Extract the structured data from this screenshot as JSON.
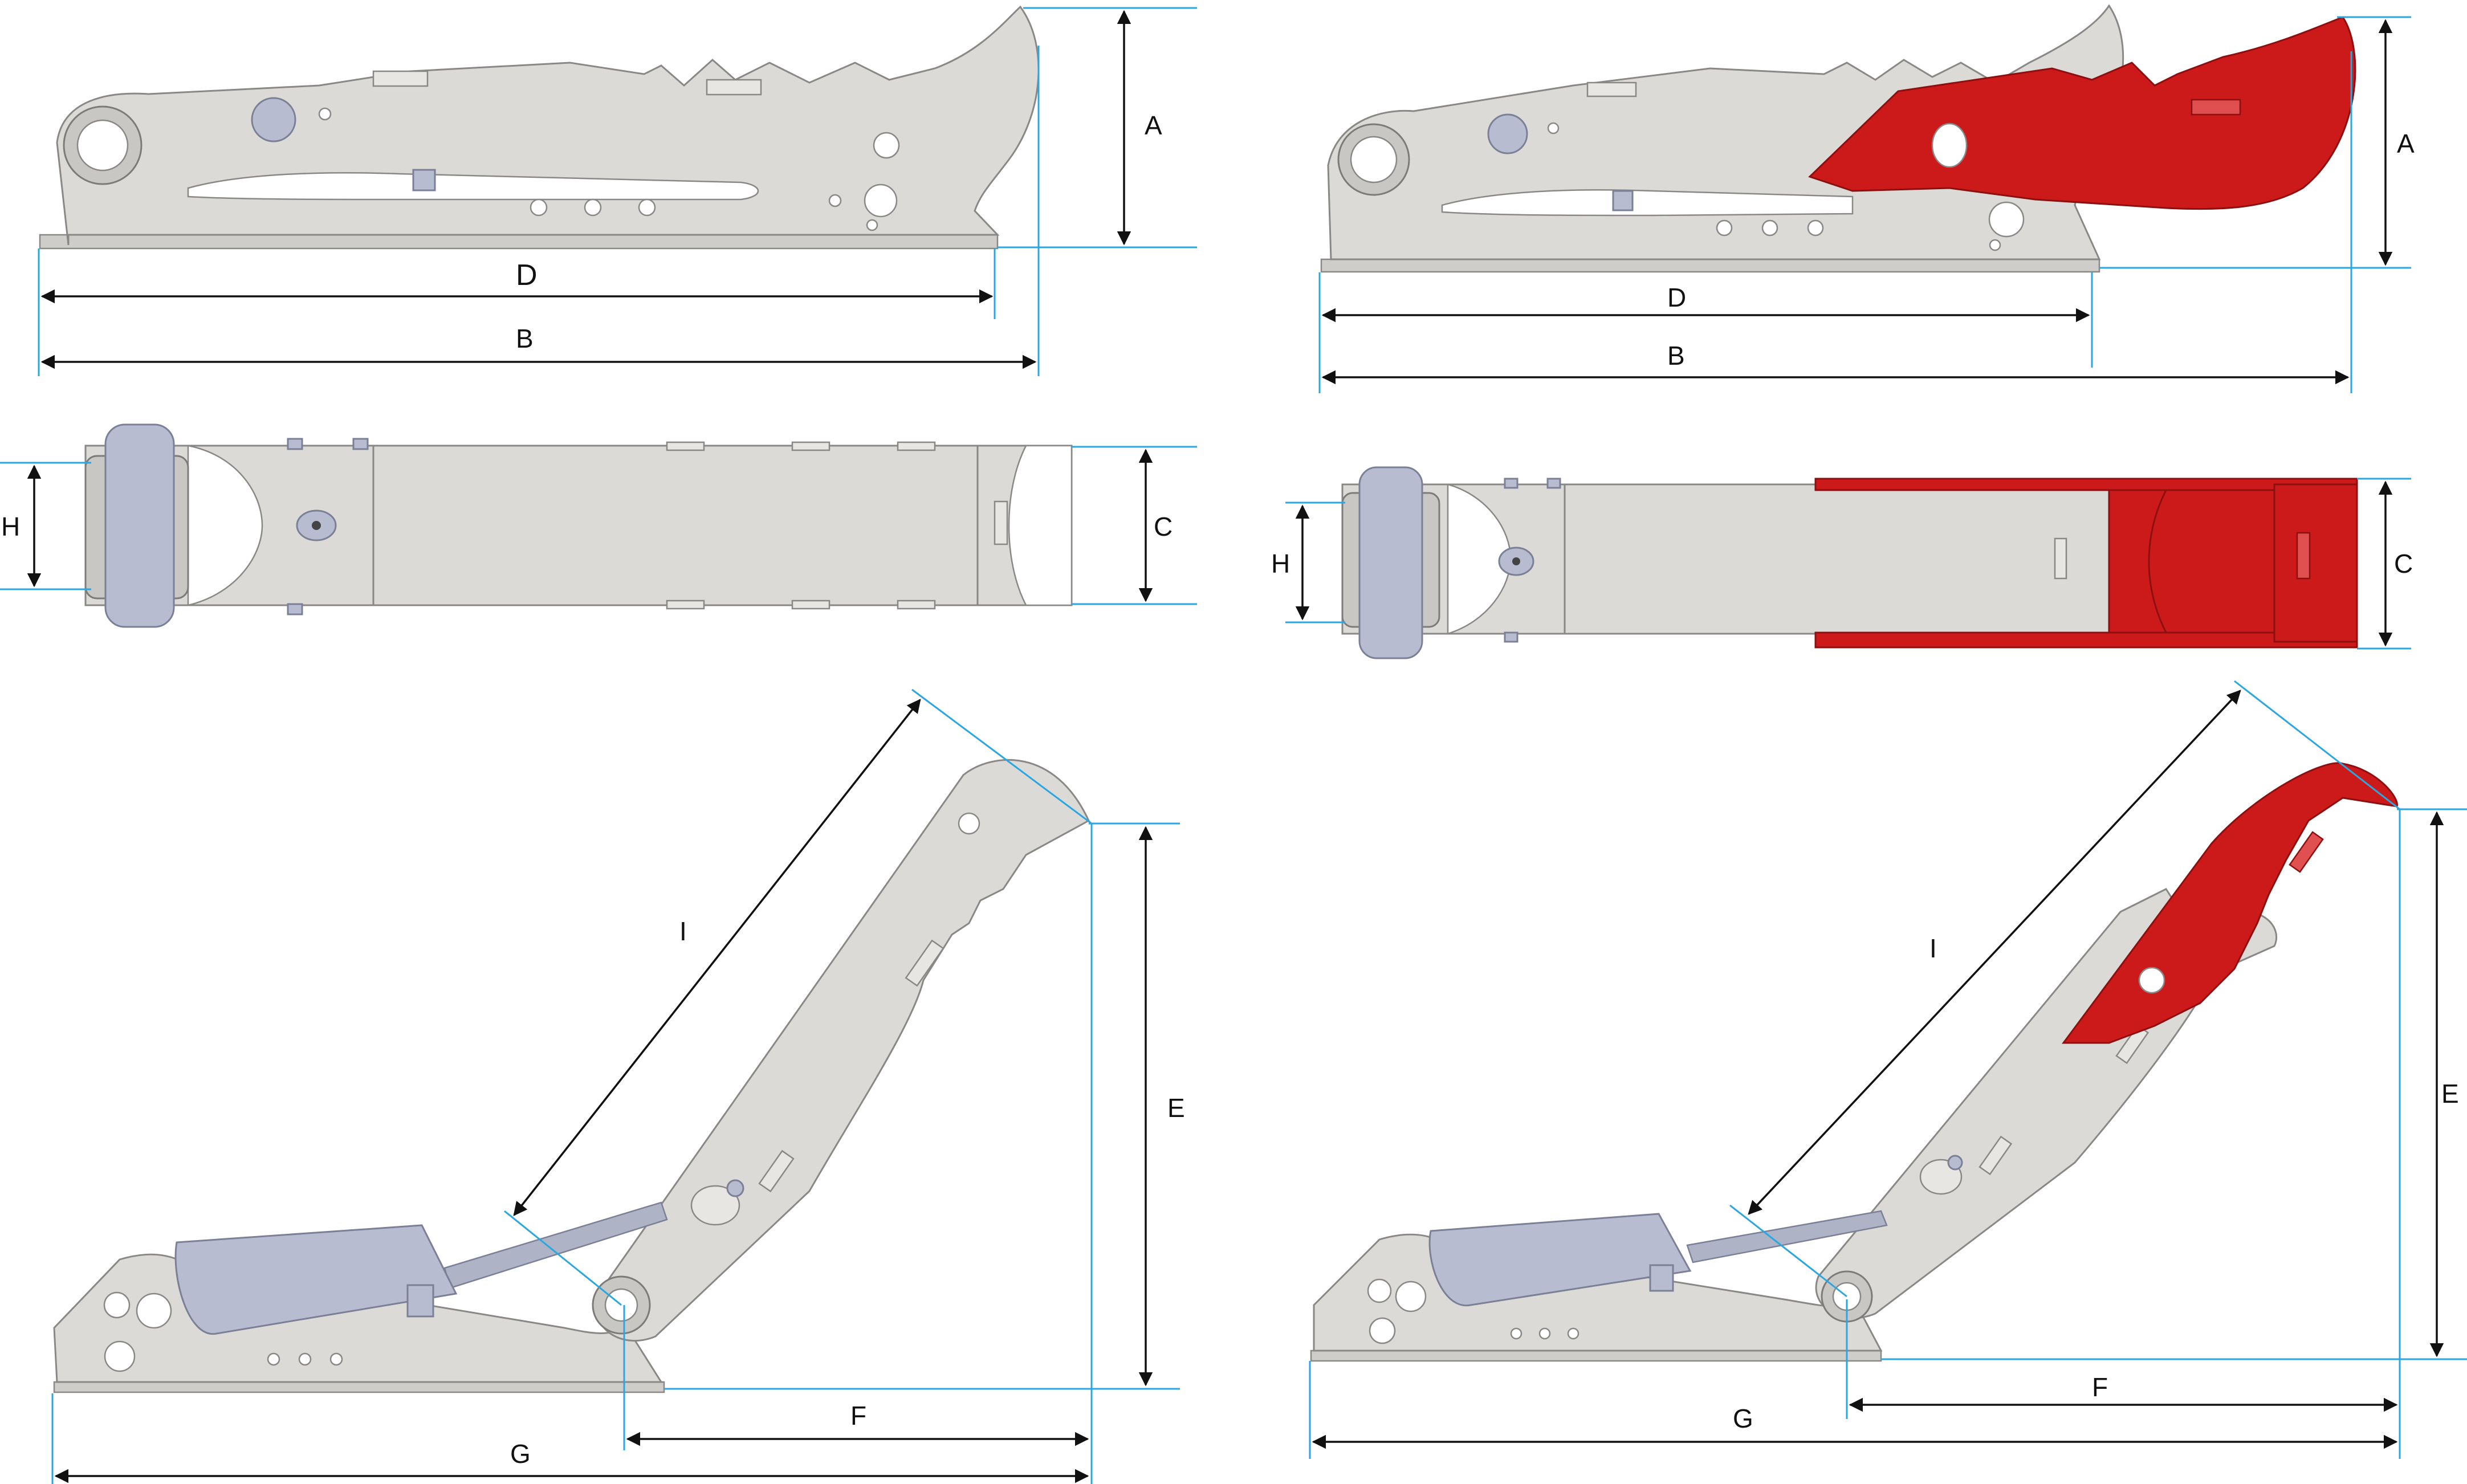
{
  "colors": {
    "extension_line": "#2aa7e0",
    "dimension_line": "#111111",
    "steel": "#dcdad6",
    "red_part": "#cc1a1a",
    "cylinder": "#b8bcd0"
  },
  "left_panel": {
    "side_view": {
      "labels": {
        "A": "A",
        "D": "D",
        "B": "B"
      }
    },
    "top_view": {
      "labels": {
        "H": "H",
        "C": "C"
      }
    },
    "open_view": {
      "labels": {
        "I": "I",
        "E": "E",
        "F": "F",
        "G": "G"
      }
    }
  },
  "right_panel": {
    "side_view": {
      "labels": {
        "A": "A",
        "D": "D",
        "B": "B"
      }
    },
    "top_view": {
      "labels": {
        "H": "H",
        "C": "C"
      }
    },
    "open_view": {
      "labels": {
        "I": "I",
        "E": "E",
        "F": "F",
        "G": "G"
      }
    }
  }
}
